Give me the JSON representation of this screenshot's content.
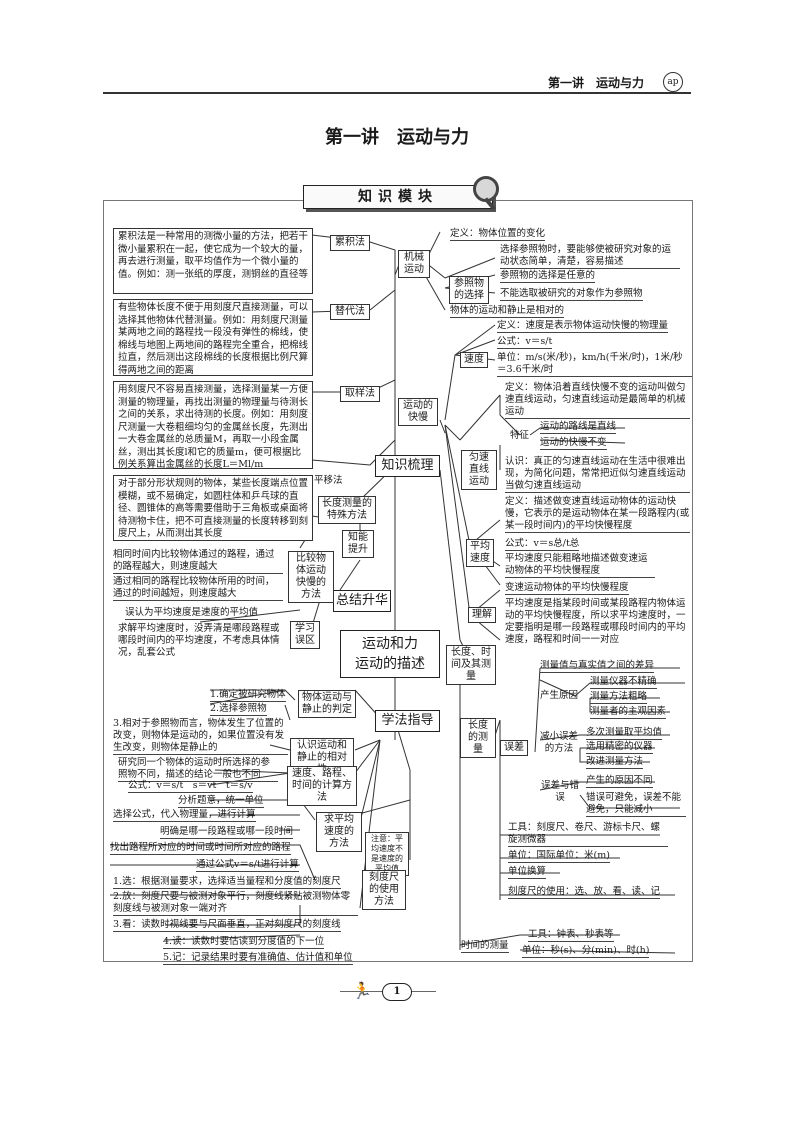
{
  "header": {
    "title": "第一讲　运动与力",
    "logo": "ap"
  },
  "page_title": "第一讲　运动与力",
  "banner": "知识模块",
  "center": {
    "knowledge": "知识梳理",
    "summary": "总结升华",
    "main": "运动和力\n运动的描述",
    "method": "学法指导"
  },
  "left": {
    "accumulate_text": "累积法是一种常用的测微小量的方法，把若干微小量累积在一起，使它成为一个较大的量，再去进行测量，取平均值作为一个微小量的值。例如：测一张纸的厚度，测铜丝的直径等",
    "accumulate_tag": "累积法",
    "substitute_text": "有些物体长度不便于用刻度尺直接测量，可以选择其他物体代替测量。例如：用刻度尺测量某两地之间的路程找一段没有弹性的棉线，使棉线与地图上两地间的路程完全重合，把棉线拉直，然后测出这段棉线的长度根据比例尺算得两地之间的距离",
    "substitute_tag": "替代法",
    "sample_text": "用刻度尺不容易直接测量，选择测量某一方便测量的物理量，再找出测量的物理量与待测长之间的关系，求出待测的长度。例如：用刻度尺测量一大卷粗细均匀的金属丝长度，先测出一大卷金属丝的总质量M，再取一小段金属丝，测出其长度l和它的质量m，便可根据比例关系算出金属丝的长度L＝Ml/m",
    "sample_tag": "取样法",
    "shift_text": "对于部分形状规则的物体，某些长度端点位置模糊，或不易确定，如圆柱体和乒乓球的直径、圆锥体的高等需要借助于三角板或桌面将待测物卡住，把不可直接测量的长度转移到刻度尺上，从而测出其长度",
    "shift_tag": "平移法",
    "special_tag": "长度测量的特殊方法",
    "upgrade_tag": "知能提升",
    "compare1": "相同时间内比较物体通过的路程，通过的路程越大，则速度越大",
    "compare2": "通过相同的路程比较物体所用的时间，通过的时间越短，则速度越大",
    "compare_tag": "比较物体运动快慢的方法",
    "misread1": "误认为平均速度是速度的平均值",
    "misread2": "求解平均速度时，没弄清是哪段路程或哪段时间内的平均速度，不考虑具体情况，乱套公式",
    "misread_tag": "学习误区",
    "ref1": "1.确定被研究物体",
    "ref2": "2.选择参照物",
    "ref3": "3.相对于参照物而言，物体发生了位置的改变，则物体是运动的，如果位置没有发生改变，则物体是静止的",
    "ref_tag": "物体运动与静止的判定",
    "rel_text": "研究同一个物体的运动时所选择的参照物不同，描述的结论一般也不同",
    "rel_tag": "认识运动和静止的相对性",
    "formula": "公式：v＝s/t　s＝vt　t＝s/v",
    "calc1": "分析题意，统一单位",
    "calc2": "选择公式，代入物理量，进行计算",
    "calc_tag": "速度、路程、时间的计算方法",
    "avg1": "明确是哪一段路程或哪一段时间",
    "avg2": "找出路程所对应的时间或时间所对应的路程",
    "avg3": "通过公式v＝s/t进行计算",
    "avg_tag": "求平均速度的方法",
    "note_tag": "注意：平均速度不是速度的平均值",
    "use1": "1.选：根据测量要求，选择适当量程和分度值的刻度尺",
    "use2": "2.放：刻度尺要与被测对象平行，刻度线紧贴被测物体零刻度线与被测对象一端对齐",
    "use3": "3.看：读数时视线要与尺面垂直，正对刻度尺的刻度线",
    "use4": "4.读：读数时要估读到分度值的下一位",
    "use5": "5.记：记录结果时要有准确值、估计值和单位",
    "use_tag": "刻度尺的使用方法"
  },
  "right": {
    "mech_tag": "机械运动",
    "mech_def": "定义：物体位置的变化",
    "ref_tag": "参照物的选择",
    "ref1": "选择参照物时，要能够使被研究对象的运动状态简单，清楚，容易描述",
    "ref2": "参照物的选择是任意的",
    "ref3": "不能选取被研究的对象作为参照物",
    "relative": "物体的运动和静止是相对的",
    "speed_group": "运动的快慢",
    "speed_tag": "速度",
    "speed_def": "定义：速度是表示物体运动快慢的物理量",
    "speed_formula": "公式：v＝s/t",
    "speed_unit": "单位：m/s(米/秒)，km/h(千米/时)，1米/秒＝3.6千米/时",
    "uniform_tag": "匀速直线运动",
    "uniform_def": "定义：物体沿着直线快慢不变的运动叫做匀速直线运动，匀速直线运动是最简单的机械运动",
    "feature_tag": "特征",
    "feature1": "运动的路线是直线",
    "feature2": "运动的快慢不变",
    "uniform_know": "认识：真正的匀速直线运动在生活中很难出现，为简化问题，常常把近似匀速直线运动当做匀速直线运动",
    "avg_tag": "平均速度",
    "avg_def": "定义：描述做变速直线运动物体的运动快慢，它表示的是运动物体在某一段路程内(或某一段时间内)的平均快慢程度",
    "avg_formula": "公式：v＝s总/t总",
    "avg_note": "平均速度只能粗略地描述做变速运动物体的平均快慢程度",
    "under_tag": "理解",
    "under1": "变速运动物体的平均快慢程度",
    "under2": "平均速度是指某段时间或某段路程内物体运动的平均快慢程度，所以求平均速度时，一定要指明是哪一段路程或哪段时间内的平均速度，路程和时间一一对应",
    "length_time_tag": "长度、时间及其测量",
    "length_tag": "长度的测量",
    "error_tag": "误差",
    "err_def": "测量值与真实值之间的差异",
    "cause_tag": "产生原因",
    "cause1": "测量仪器不精确",
    "cause2": "测量方法粗略",
    "cause3": "测量者的主观因素",
    "reduce_tag": "减小误差的方法",
    "reduce1": "多次测量取平均值",
    "reduce2": "选用精密的仪器",
    "reduce3": "改进测量方法",
    "mistake_tag": "误差与错误",
    "mistake1": "产生的原因不同",
    "mistake2": "错误可避免，误差不能避免，只能减小",
    "tool": "工具：刻度尺、卷尺、游标卡尺、螺旋测微器",
    "unit": "单位：国际单位：米(m)",
    "convert": "单位换算",
    "usage": "刻度尺的使用：选、放、看、读、记",
    "time_tag": "时间的测量",
    "time_tool": "工具：钟表、秒表等",
    "time_unit": "单位：秒(s)、分(min)、时(h)"
  },
  "footer": {
    "page": "1"
  }
}
